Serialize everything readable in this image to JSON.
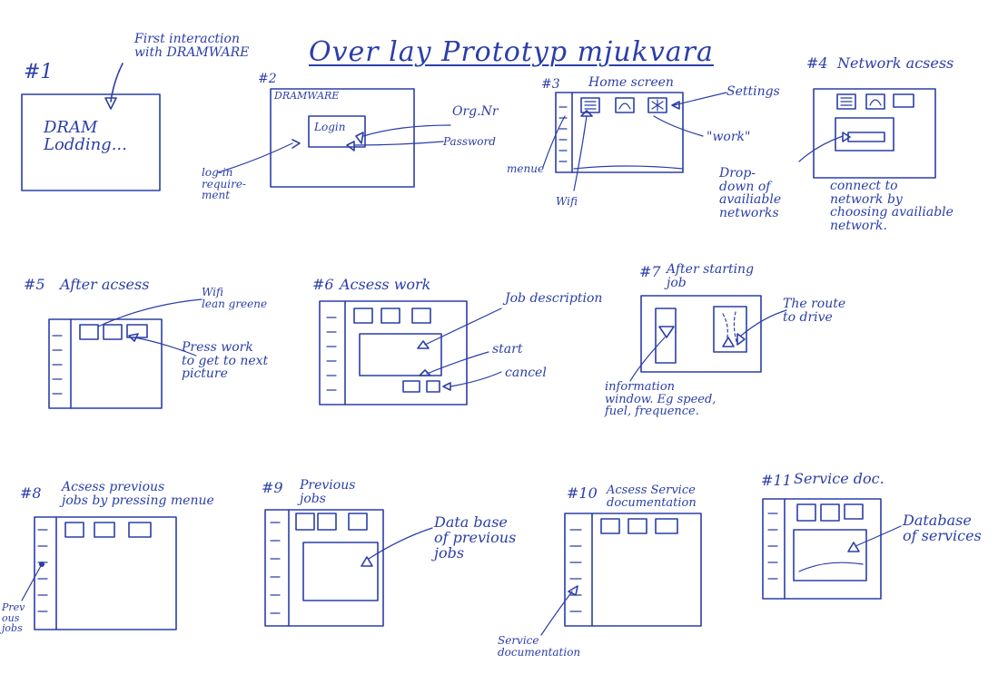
{
  "title": "Over lay Prototyp mjukvara",
  "frames": [
    {
      "id": "#1",
      "annotations": [
        "First interaction\nwith DRAMWARE"
      ],
      "screen_text": "DRAM\nLodding..."
    },
    {
      "id": "#2",
      "screen_header": "DRAMWARE",
      "screen_text": "Login",
      "annotations": [
        "Org.Nr",
        "Password",
        "log-in\nrequire-\nment"
      ]
    },
    {
      "id": "#3",
      "heading": "Home screen",
      "annotations": [
        "Settings",
        "\"work\"",
        "menue",
        "Wifi"
      ]
    },
    {
      "id": "#4",
      "heading": "Network acsess",
      "annotations": [
        "Drop-\ndown of\navailiable\nnetworks",
        "connect to\nnetwork by\nchoosing availiable\nnetwork."
      ]
    },
    {
      "id": "#5",
      "heading": "After acsess",
      "annotations": [
        "Wifi\nlean greene",
        "Press work\nto get to next\npicture"
      ]
    },
    {
      "id": "#6",
      "heading": "Acsess work",
      "annotations": [
        "Job description",
        "start",
        "cancel"
      ]
    },
    {
      "id": "#7",
      "heading": "After starting\njob",
      "annotations": [
        "The route\nto drive",
        "information\nwindow. Eg speed,\nfuel, frequence."
      ]
    },
    {
      "id": "#8",
      "heading": "Acsess previous\njobs by pressing menue",
      "annotations": [
        "Prev\nous\njobs"
      ]
    },
    {
      "id": "#9",
      "heading": "Previous\njobs",
      "annotations": [
        "Data base\nof previous\njobs"
      ]
    },
    {
      "id": "#10",
      "heading": "Acsess Service\ndocumentation",
      "annotations": [
        "Service\ndocumentation"
      ]
    },
    {
      "id": "#11",
      "heading": "Service doc.",
      "annotations": [
        "Database\nof services"
      ]
    }
  ],
  "colors": {
    "ink": "#2b3ea8",
    "paper": "#ffffff"
  }
}
